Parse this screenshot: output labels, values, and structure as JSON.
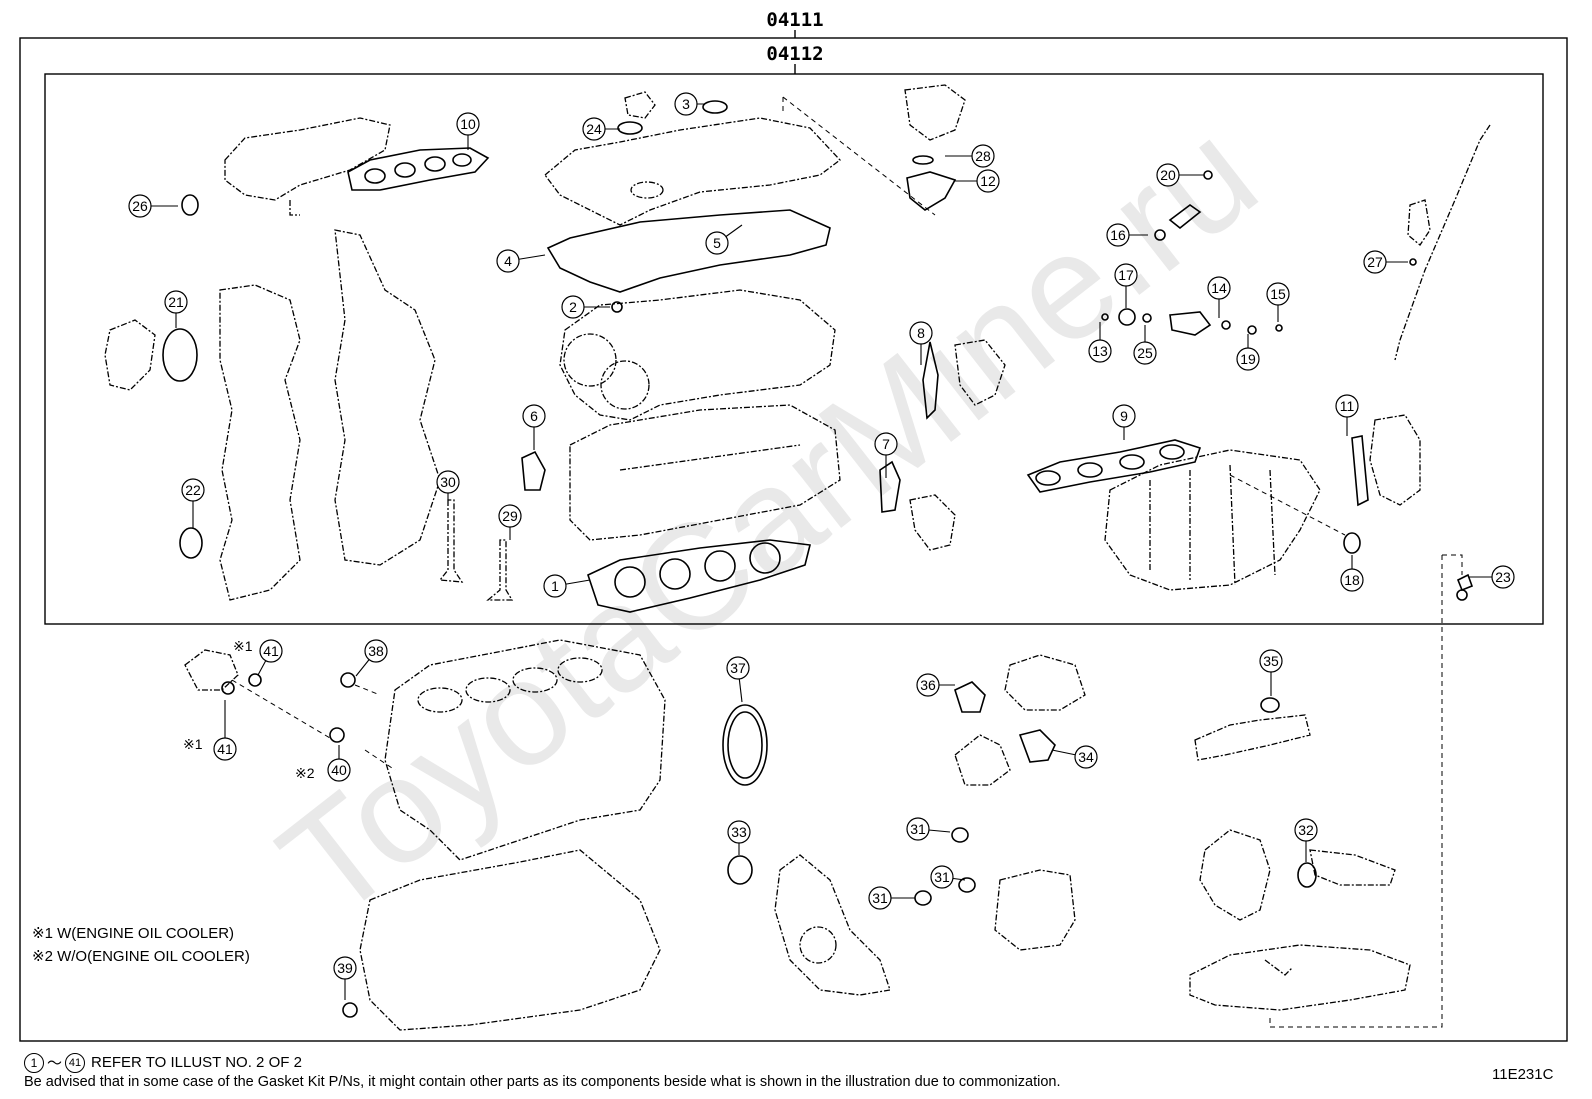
{
  "header": {
    "outer_code": "04111",
    "inner_code": "04112"
  },
  "watermark": "ToyotaCarMine.ru",
  "notes": {
    "w_oil_cooler": "※1 W(ENGINE OIL COOLER)",
    "wo_oil_cooler": "※2 W/O(ENGINE OIL COOLER)"
  },
  "footer": {
    "range_start": "1",
    "range_tilde": "～",
    "range_end": "41",
    "refer_text": "REFER TO ILLUST NO. 2 OF 2",
    "advisory": "Be advised that in some case of the Gasket Kit P/Ns,  it might contain other parts as its components beside what is shown in the illustration due to commonization."
  },
  "illustration_id": "11E231C",
  "condition_marks": {
    "m1": "※1",
    "m2": "※2"
  },
  "callouts": [
    "1",
    "2",
    "3",
    "4",
    "5",
    "6",
    "7",
    "8",
    "9",
    "10",
    "11",
    "12",
    "13",
    "14",
    "15",
    "16",
    "17",
    "18",
    "19",
    "20",
    "21",
    "22",
    "23",
    "24",
    "25",
    "26",
    "27",
    "28",
    "29",
    "30",
    "31",
    "32",
    "33",
    "34",
    "35",
    "36",
    "37",
    "38",
    "39",
    "40",
    "41"
  ]
}
